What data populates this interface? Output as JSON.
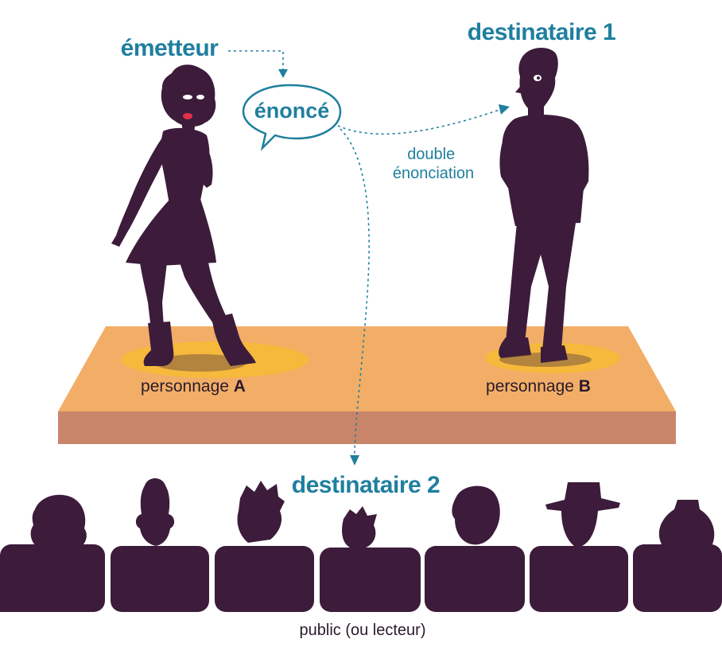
{
  "labels": {
    "emetteur": "émetteur",
    "enonce": "énoncé",
    "destinataire_1": "destinataire 1",
    "destinataire_2": "destinataire 2",
    "double_enonciation_line1": "double",
    "double_enonciation_line2": "énonciation",
    "personnage_a_prefix": "personnage ",
    "personnage_a_letter": "A",
    "personnage_b_prefix": "personnage ",
    "personnage_b_letter": "B",
    "public": "public (ou lecteur)"
  },
  "colors": {
    "accent": "#1f7f9e",
    "stage_top": "#f2ae67",
    "stage_front": "#c9856a",
    "spotlight": "#f6b93b",
    "silhouette": "#3c1c3a",
    "text_dark": "#2b1a2b"
  }
}
